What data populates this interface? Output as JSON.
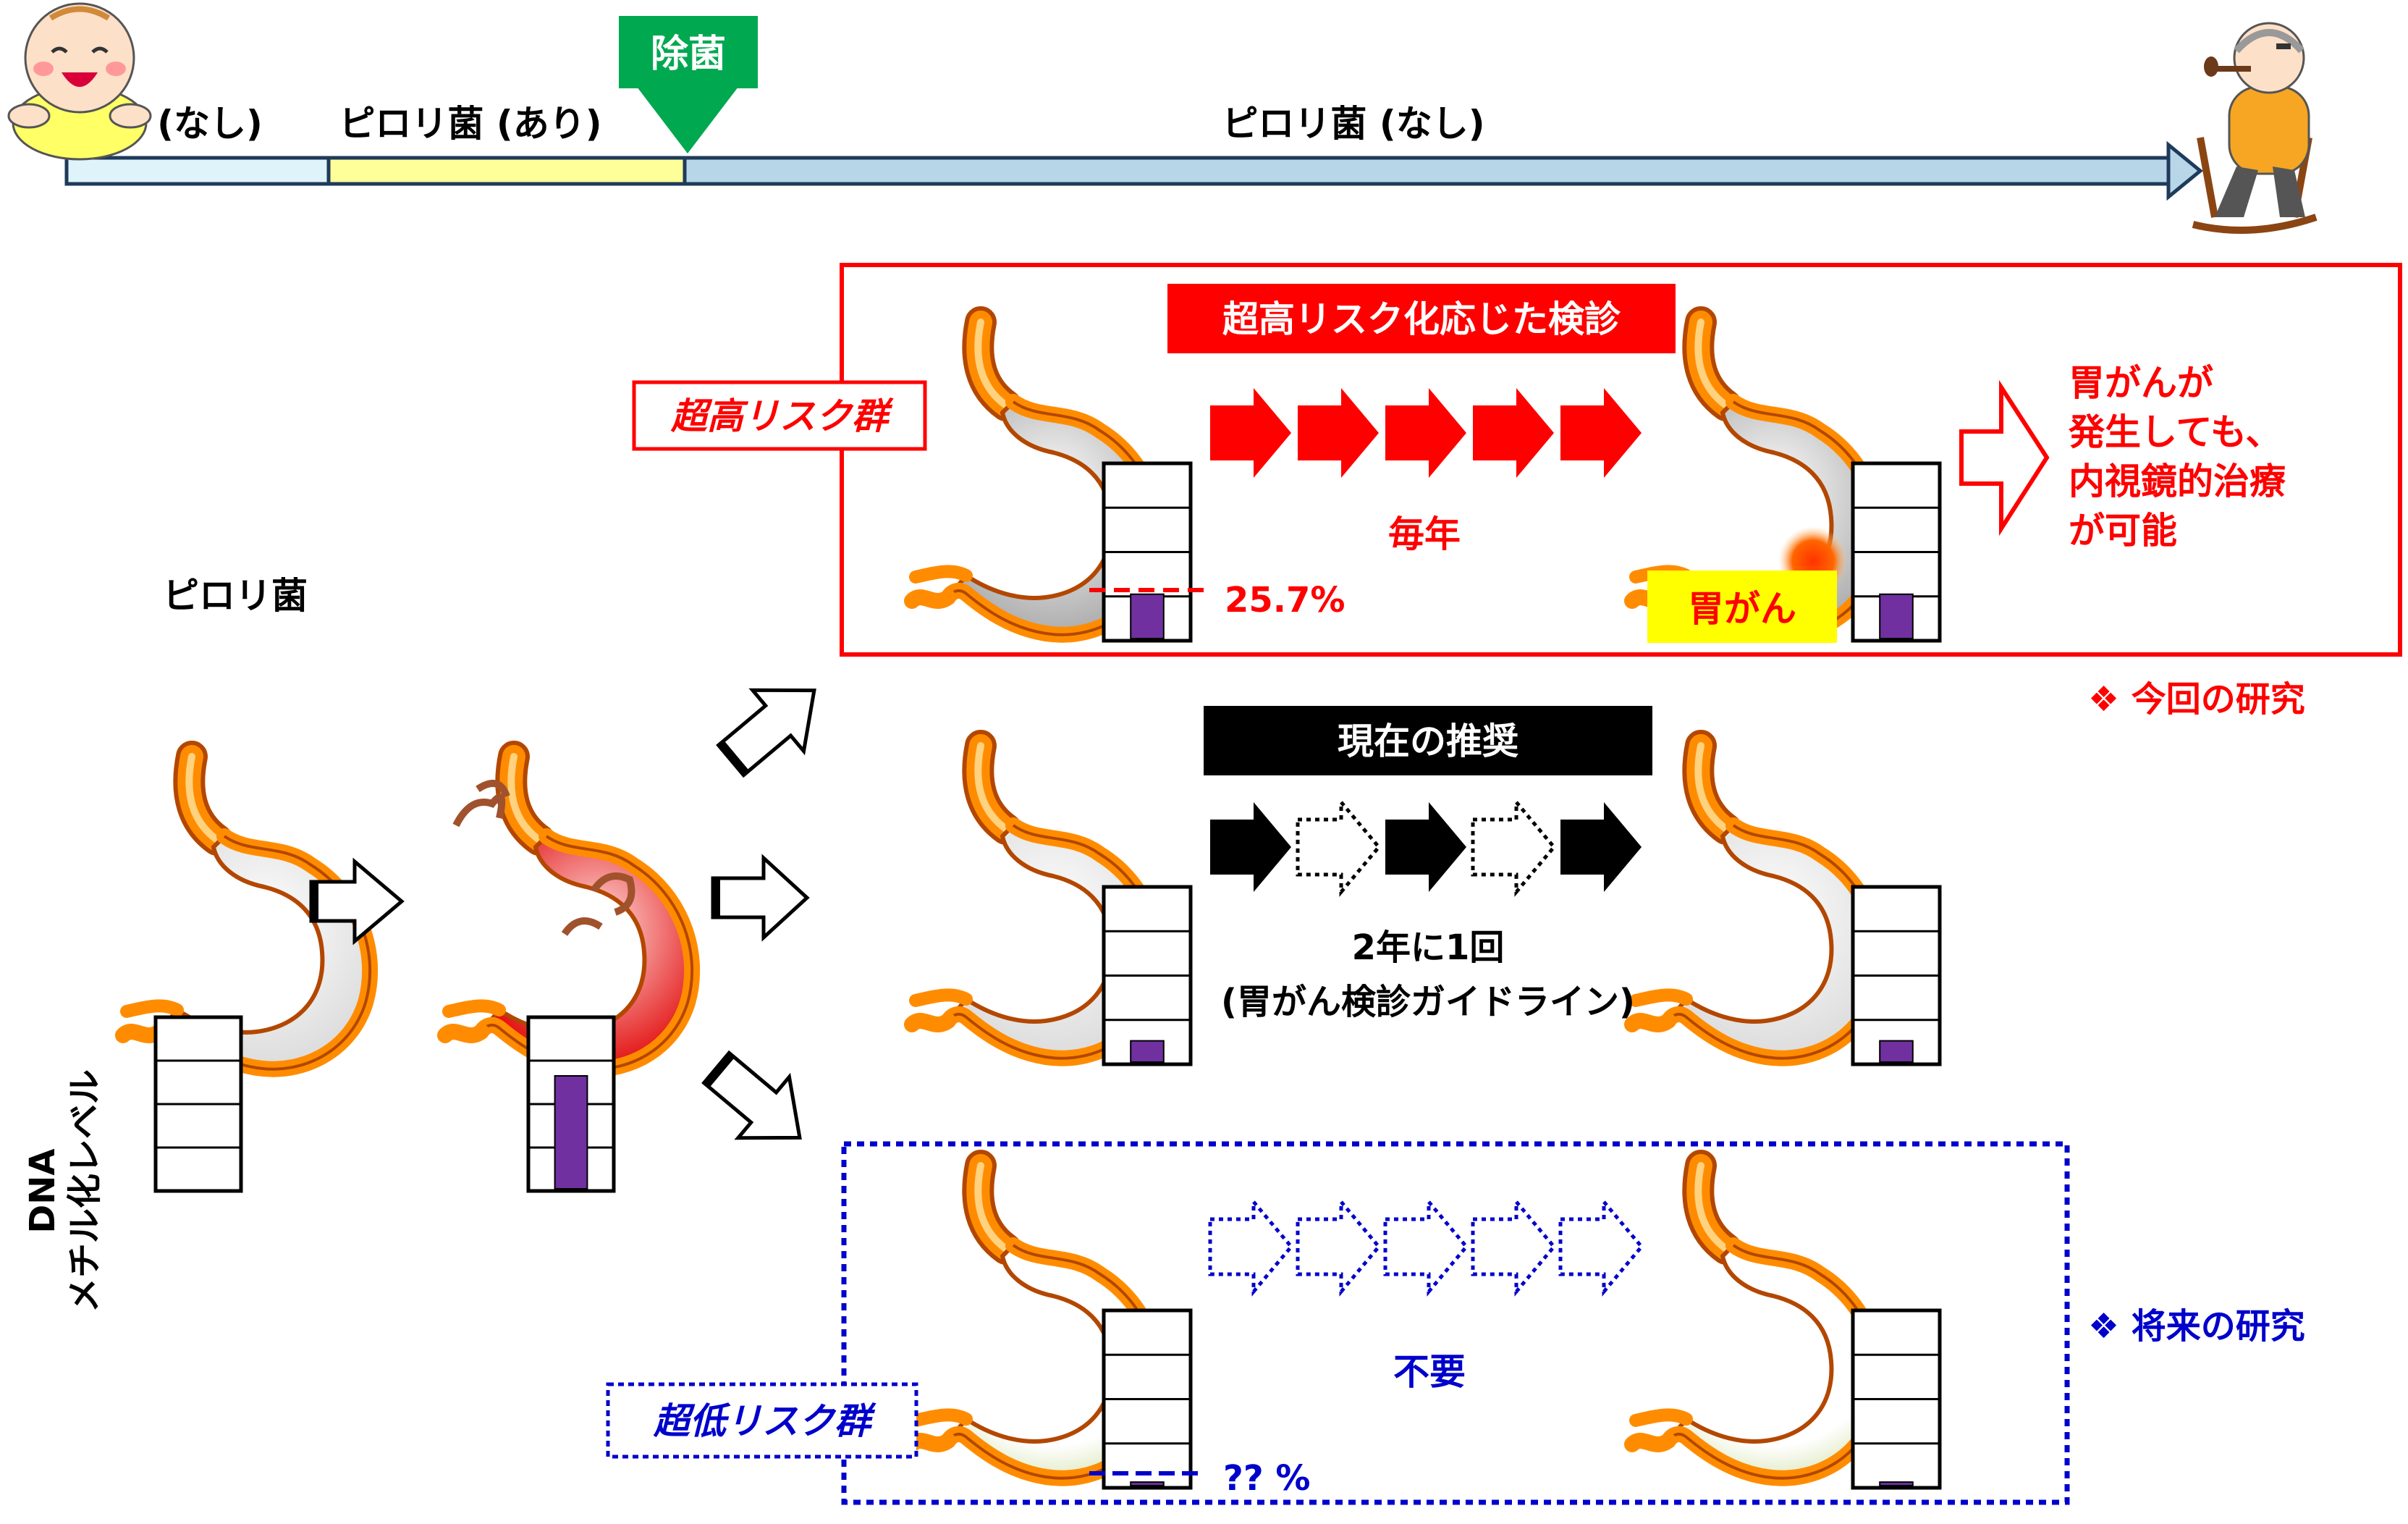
{
  "timeline": {
    "segment_none_start": "(なし)",
    "segment_pylori_present": "ピロリ菌 (あり)",
    "eradication_label": "除菌",
    "segment_pylori_absent": "ピロリ菌 (なし)"
  },
  "left": {
    "pylori_label": "ピロリ菌",
    "dna_label": "DNA",
    "methylation_label": "メチル化レベル"
  },
  "high_risk": {
    "group_label": "超高リスク群",
    "header": "超高リスク化応じた検診",
    "frequency": "毎年",
    "percent": "25.7%",
    "cancer_label": "胃がん",
    "outcome_line1": "胃がんが",
    "outcome_line2": "発生しても、",
    "outcome_line3": "内視鏡的治療",
    "outcome_line4": "が可能",
    "study_note": "❖ 今回の研究",
    "methylation_level": 0.25
  },
  "standard": {
    "header": "現在の推奨",
    "frequency": "2年に1回",
    "guideline": "(胃がん検診ガイドライン)",
    "methylation_level": 0.12
  },
  "low_risk": {
    "group_label": "超低リスク群",
    "frequency": "不要",
    "percent": "?? %",
    "study_note": "❖ 将来の研究",
    "methylation_level": 0.02
  },
  "colors": {
    "red": "#ff0000",
    "blue": "#0000cc",
    "black": "#000000",
    "purple": "#7030a0",
    "green_marker": "#00a850",
    "stomach_outline": "#ff8c00",
    "cancer_label_bg": "#ffff00"
  }
}
